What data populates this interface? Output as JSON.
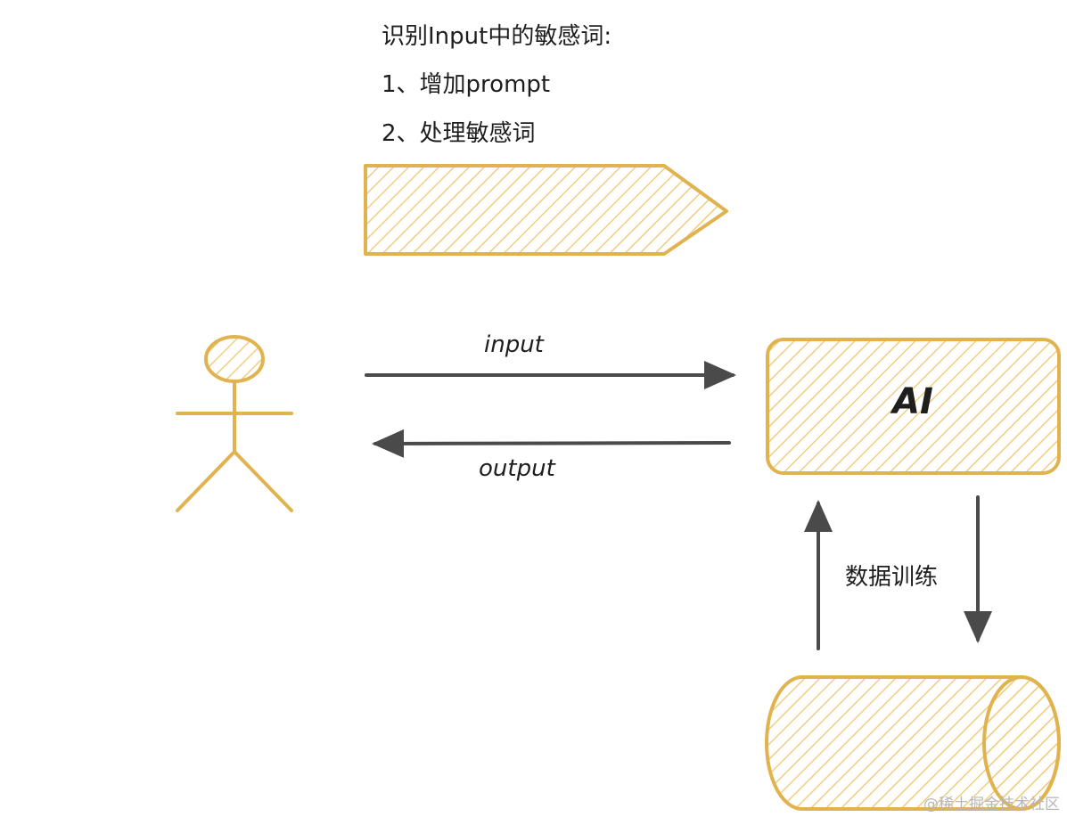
{
  "notes": {
    "title": "识别Input中的敏感词:",
    "item1": "1、增加prompt",
    "item2": "2、处理敏感词"
  },
  "arrows": {
    "input_label": "input",
    "output_label": "output",
    "training_label": "数据训练"
  },
  "ai_box": {
    "label": "AI"
  },
  "watermark": "@稀土掘金技术社区",
  "colors": {
    "shape_stroke": "#e0b34f",
    "shape_hatch": "#f0cd82",
    "arrow": "#4a4a4a",
    "text": "#1e1e1e"
  }
}
